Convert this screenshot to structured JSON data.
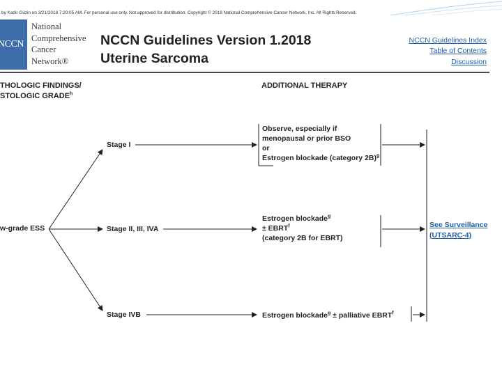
{
  "notice": "by Kadir Güzin on 3/21/2018 7:20:05 AM. For personal use only. Not approved for distribution. Copyright © 2018 National Comprehensive Cancer Network, Inc. All Rights Reserved.",
  "logo": {
    "abbrev": "NCCN",
    "lines": [
      "National",
      "Comprehensive",
      "Cancer",
      "Network®"
    ]
  },
  "header": {
    "title": "NCCN Guidelines Version 1.2018",
    "subtitle": "Uterine Sarcoma"
  },
  "nav": {
    "index": "NCCN Guidelines Index",
    "toc": "Table of Contents",
    "discussion": "Discussion"
  },
  "columns": {
    "left_line1": "THOLOGIC FINDINGS/",
    "left_line2": "STOLOGIC GRADE",
    "left_sup": "h",
    "right": "ADDITIONAL THERAPY"
  },
  "root": "w-grade ESS",
  "stages": [
    {
      "label": "Stage I"
    },
    {
      "label": "Stage II, III, IVA"
    },
    {
      "label": "Stage IVB"
    }
  ],
  "therapy": {
    "stage1": {
      "line1": "Observe, especially if",
      "line2": "menopausal or prior BSO",
      "line3": "or",
      "line4": "Estrogen blockade (category 2B)",
      "line4_sup": "g"
    },
    "stage2": {
      "line1": "Estrogen blockade",
      "line1_sup": "g",
      "line2": "± EBRT",
      "line2_sup": "f",
      "line3": "(category 2B for EBRT)"
    },
    "stage3": {
      "text_a": "Estrogen blockade",
      "sup_a": "g",
      "text_b": " ± palliative EBRT",
      "sup_b": "f"
    }
  },
  "surveillance": {
    "line1": "See Surveillance",
    "line2": "(UTSARC-4)"
  },
  "colors": {
    "brand": "#3d6da8",
    "link": "#1f5fa8",
    "deco": "#a9d3ea"
  }
}
